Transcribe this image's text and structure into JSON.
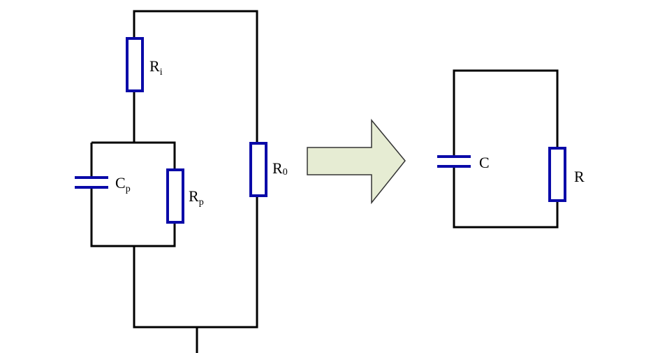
{
  "left_circuit": {
    "ri_label": {
      "main": "R",
      "sub": "i"
    },
    "cp_label": {
      "main": "C",
      "sub": "p"
    },
    "rp_label": {
      "main": "R",
      "sub": "p"
    },
    "r0_label": {
      "main": "R",
      "sub": "0"
    }
  },
  "right_circuit": {
    "c_label": "C",
    "r_label": "R"
  },
  "colors": {
    "component": "#0a0aa8",
    "wire": "#000000",
    "arrow_fill": "#e6ecd3",
    "arrow_stroke": "#333333"
  },
  "icons": {
    "arrow": "right-arrow-icon"
  }
}
